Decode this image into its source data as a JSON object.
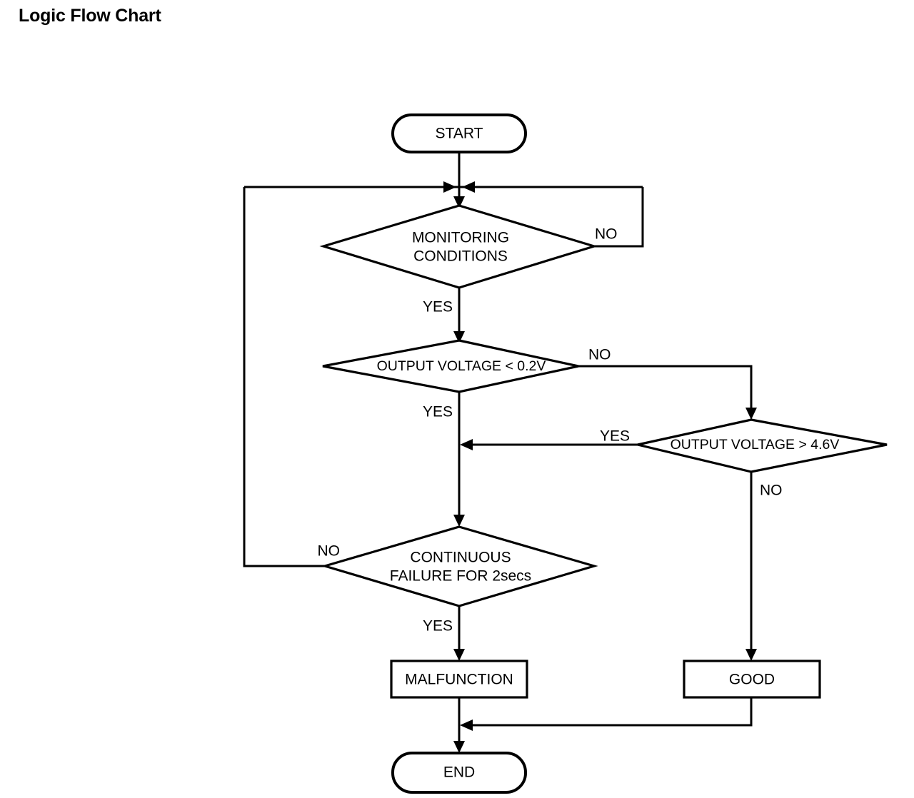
{
  "page": {
    "title": "Logic Flow Chart",
    "background_color": "#ffffff",
    "line_color": "#000000"
  },
  "chart_data": {
    "type": "diagram",
    "diagram_type": "flowchart",
    "title": "Logic Flow Chart",
    "orientation": "top-to-bottom",
    "nodes": [
      {
        "id": "start",
        "shape": "terminator",
        "label": "START"
      },
      {
        "id": "monitoring",
        "shape": "decision",
        "label": "MONITORING CONDITIONS",
        "line1": "MONITORING",
        "line2": "CONDITIONS"
      },
      {
        "id": "volt_low",
        "shape": "decision",
        "label": "OUTPUT VOLTAGE < 0.2V"
      },
      {
        "id": "volt_high",
        "shape": "decision",
        "label": "OUTPUT VOLTAGE > 4.6V"
      },
      {
        "id": "cont_failure",
        "shape": "decision",
        "label": "CONTINUOUS FAILURE FOR 2secs",
        "line1": "CONTINUOUS",
        "line2": "FAILURE FOR 2secs"
      },
      {
        "id": "malfunction",
        "shape": "process",
        "label": "MALFUNCTION"
      },
      {
        "id": "good",
        "shape": "process",
        "label": "GOOD"
      },
      {
        "id": "end",
        "shape": "terminator",
        "label": "END"
      }
    ],
    "edges": [
      {
        "from": "start",
        "to": "monitoring",
        "label": ""
      },
      {
        "from": "monitoring",
        "to": "monitoring",
        "label": "NO",
        "route": "right-loop-back"
      },
      {
        "from": "monitoring",
        "to": "volt_low",
        "label": "YES",
        "route": "down"
      },
      {
        "from": "volt_low",
        "to": "volt_high",
        "label": "NO",
        "route": "right-then-down"
      },
      {
        "from": "volt_low",
        "to": "cont_failure",
        "label": "YES",
        "route": "down"
      },
      {
        "from": "volt_high",
        "to": "cont_failure",
        "label": "YES",
        "route": "left-to-main"
      },
      {
        "from": "volt_high",
        "to": "good",
        "label": "NO",
        "route": "down"
      },
      {
        "from": "cont_failure",
        "to": "monitoring",
        "label": "NO",
        "route": "left-loop-back"
      },
      {
        "from": "cont_failure",
        "to": "malfunction",
        "label": "YES",
        "route": "down"
      },
      {
        "from": "malfunction",
        "to": "end",
        "label": "",
        "route": "down"
      },
      {
        "from": "good",
        "to": "end",
        "label": "",
        "route": "down-then-left"
      }
    ],
    "edge_labels": {
      "monitoring_no": "NO",
      "monitoring_yes": "YES",
      "volt_low_no": "NO",
      "volt_low_yes": "YES",
      "volt_high_yes": "YES",
      "volt_high_no": "NO",
      "cont_failure_no": "NO",
      "cont_failure_yes": "YES"
    }
  }
}
